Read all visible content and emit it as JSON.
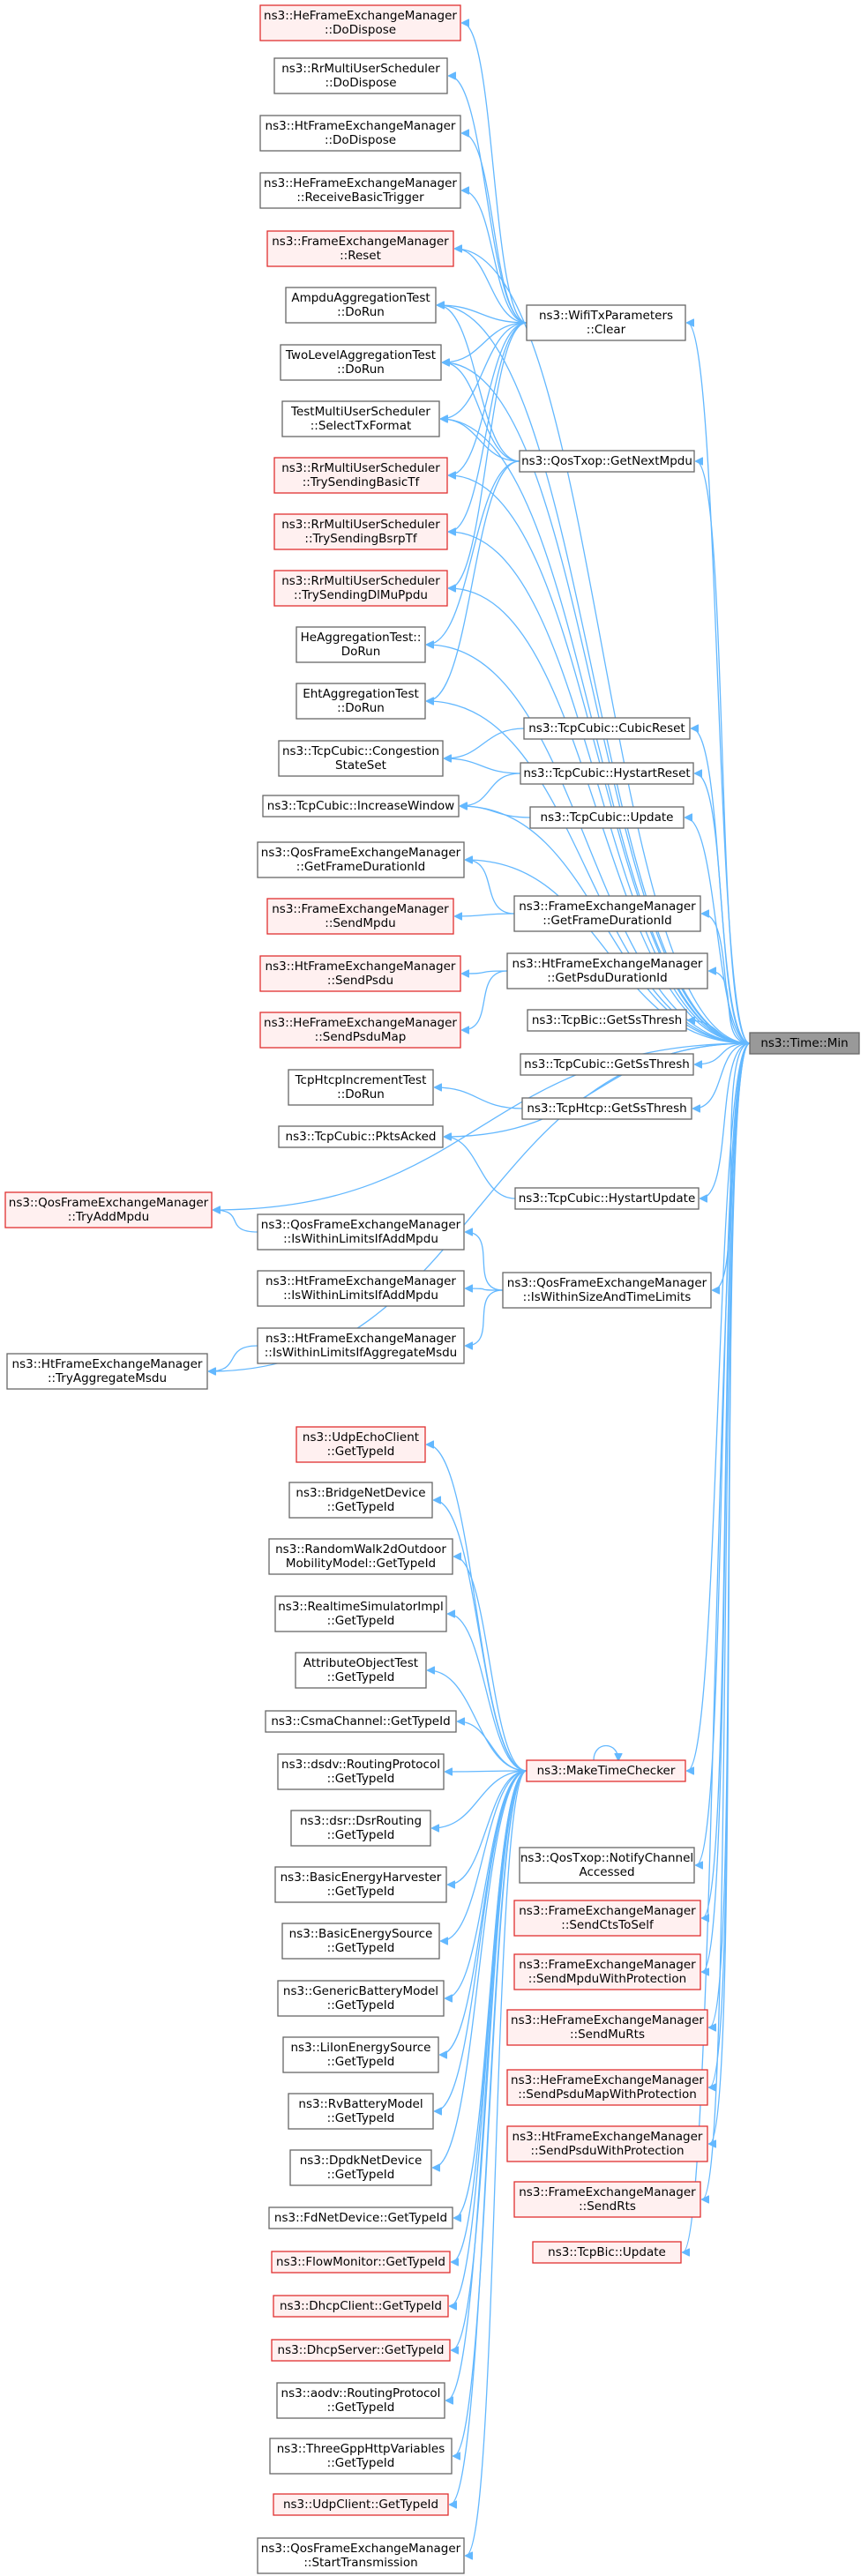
{
  "graph": {
    "root_id": "root",
    "nodes": [
      {
        "id": "root",
        "lines": [
          "ns3::Time::Min"
        ],
        "style": "root"
      },
      {
        "id": "hefem_dodispose",
        "lines": [
          "ns3::HeFrameExchangeManager",
          "::DoDispose"
        ],
        "style": "red"
      },
      {
        "id": "rrmus_dodispose",
        "lines": [
          "ns3::RrMultiUserScheduler",
          "::DoDispose"
        ],
        "style": "normal"
      },
      {
        "id": "htfem_dodispose",
        "lines": [
          "ns3::HtFrameExchangeManager",
          "::DoDispose"
        ],
        "style": "normal"
      },
      {
        "id": "hefem_rbt",
        "lines": [
          "ns3::HeFrameExchangeManager",
          "::ReceiveBasicTrigger"
        ],
        "style": "normal"
      },
      {
        "id": "fem_reset",
        "lines": [
          "ns3::FrameExchangeManager",
          "::Reset"
        ],
        "style": "red"
      },
      {
        "id": "ampdu_dorun",
        "lines": [
          "AmpduAggregationTest",
          "::DoRun"
        ],
        "style": "normal"
      },
      {
        "id": "twolevel_dorun",
        "lines": [
          "TwoLevelAggregationTest",
          "::DoRun"
        ],
        "style": "normal"
      },
      {
        "id": "testmus_stf",
        "lines": [
          "TestMultiUserScheduler",
          "::SelectTxFormat"
        ],
        "style": "normal"
      },
      {
        "id": "rrmus_tsbtf",
        "lines": [
          "ns3::RrMultiUserScheduler",
          "::TrySendingBasicTf"
        ],
        "style": "red"
      },
      {
        "id": "rrmus_tsbsrptf",
        "lines": [
          "ns3::RrMultiUserScheduler",
          "::TrySendingBsrpTf"
        ],
        "style": "red"
      },
      {
        "id": "rrmus_tsdlmu",
        "lines": [
          "ns3::RrMultiUserScheduler",
          "::TrySendingDlMuPpdu"
        ],
        "style": "red"
      },
      {
        "id": "heagg_dorun",
        "lines": [
          "HeAggregationTest::",
          "DoRun"
        ],
        "style": "normal"
      },
      {
        "id": "ehtagg_dorun",
        "lines": [
          "EhtAggregationTest",
          "::DoRun"
        ],
        "style": "normal"
      },
      {
        "id": "tcpcubic_css",
        "lines": [
          "ns3::TcpCubic::Congestion",
          "StateSet"
        ],
        "style": "normal"
      },
      {
        "id": "tcpcubic_iw",
        "lines": [
          "ns3::TcpCubic::IncreaseWindow"
        ],
        "style": "normal"
      },
      {
        "id": "qosfem_gfdi",
        "lines": [
          "ns3::QosFrameExchangeManager",
          "::GetFrameDurationId"
        ],
        "style": "normal"
      },
      {
        "id": "fem_sendmpdu",
        "lines": [
          "ns3::FrameExchangeManager",
          "::SendMpdu"
        ],
        "style": "red"
      },
      {
        "id": "htfem_sendpsdu",
        "lines": [
          "ns3::HtFrameExchangeManager",
          "::SendPsdu"
        ],
        "style": "red"
      },
      {
        "id": "hefem_sendpsdumap",
        "lines": [
          "ns3::HeFrameExchangeManager",
          "::SendPsduMap"
        ],
        "style": "red"
      },
      {
        "id": "tcphtcpinc_dorun",
        "lines": [
          "TcpHtcpIncrementTest",
          "::DoRun"
        ],
        "style": "normal"
      },
      {
        "id": "tcpcubic_pktsacked",
        "lines": [
          "ns3::TcpCubic::PktsAcked"
        ],
        "style": "normal"
      },
      {
        "id": "qosfem_tryaddmpdu",
        "lines": [
          "ns3::QosFrameExchangeManager",
          "::TryAddMpdu"
        ],
        "style": "red"
      },
      {
        "id": "qosfem_iwliam",
        "lines": [
          "ns3::QosFrameExchangeManager",
          "::IsWithinLimitsIfAddMpdu"
        ],
        "style": "normal"
      },
      {
        "id": "htfem_iwliam",
        "lines": [
          "ns3::HtFrameExchangeManager",
          "::IsWithinLimitsIfAddMpdu"
        ],
        "style": "normal"
      },
      {
        "id": "htfem_tryaggmsdu",
        "lines": [
          "ns3::HtFrameExchangeManager",
          "::TryAggregateMsdu"
        ],
        "style": "normal"
      },
      {
        "id": "htfem_iwliagg",
        "lines": [
          "ns3::HtFrameExchangeManager",
          "::IsWithinLimitsIfAggregateMsdu"
        ],
        "style": "normal"
      },
      {
        "id": "wtxp_clear",
        "lines": [
          "ns3::WifiTxParameters",
          "::Clear"
        ],
        "style": "normal"
      },
      {
        "id": "qostxop_gnm",
        "lines": [
          "ns3::QosTxop::GetNextMpdu"
        ],
        "style": "normal"
      },
      {
        "id": "tcpcubic_cubicreset",
        "lines": [
          "ns3::TcpCubic::CubicReset"
        ],
        "style": "normal"
      },
      {
        "id": "tcpcubic_hystartreset",
        "lines": [
          "ns3::TcpCubic::HystartReset"
        ],
        "style": "normal"
      },
      {
        "id": "tcpcubic_update",
        "lines": [
          "ns3::TcpCubic::Update"
        ],
        "style": "normal"
      },
      {
        "id": "fem_gfdi",
        "lines": [
          "ns3::FrameExchangeManager",
          "::GetFrameDurationId"
        ],
        "style": "normal"
      },
      {
        "id": "htfem_gpdi",
        "lines": [
          "ns3::HtFrameExchangeManager",
          "::GetPsduDurationId"
        ],
        "style": "normal"
      },
      {
        "id": "tcpbic_gsst",
        "lines": [
          "ns3::TcpBic::GetSsThresh"
        ],
        "style": "normal"
      },
      {
        "id": "tcpcubic_gsst",
        "lines": [
          "ns3::TcpCubic::GetSsThresh"
        ],
        "style": "normal"
      },
      {
        "id": "tcphtcp_gsst",
        "lines": [
          "ns3::TcpHtcp::GetSsThresh"
        ],
        "style": "normal"
      },
      {
        "id": "tcpcubic_hystartupdate",
        "lines": [
          "ns3::TcpCubic::HystartUpdate"
        ],
        "style": "normal"
      },
      {
        "id": "qosfem_iwsatl",
        "lines": [
          "ns3::QosFrameExchangeManager",
          "::IsWithinSizeAndTimeLimits"
        ],
        "style": "normal"
      },
      {
        "id": "udpechoclient_gti",
        "lines": [
          "ns3::UdpEchoClient",
          "::GetTypeId"
        ],
        "style": "red"
      },
      {
        "id": "bridgenetdevice_gti",
        "lines": [
          "ns3::BridgeNetDevice",
          "::GetTypeId"
        ],
        "style": "normal"
      },
      {
        "id": "randomwalk_gti",
        "lines": [
          "ns3::RandomWalk2dOutdoor",
          "MobilityModel::GetTypeId"
        ],
        "style": "normal"
      },
      {
        "id": "realtimesim_gti",
        "lines": [
          "ns3::RealtimeSimulatorImpl",
          "::GetTypeId"
        ],
        "style": "normal"
      },
      {
        "id": "attrobjtest_gti",
        "lines": [
          "AttributeObjectTest",
          "::GetTypeId"
        ],
        "style": "normal"
      },
      {
        "id": "csmachannel_gti",
        "lines": [
          "ns3::CsmaChannel::GetTypeId"
        ],
        "style": "normal"
      },
      {
        "id": "dsdv_gti",
        "lines": [
          "ns3::dsdv::RoutingProtocol",
          "::GetTypeId"
        ],
        "style": "normal"
      },
      {
        "id": "dsr_gti",
        "lines": [
          "ns3::dsr::DsrRouting",
          "::GetTypeId"
        ],
        "style": "normal"
      },
      {
        "id": "basicenergyharvester_gti",
        "lines": [
          "ns3::BasicEnergyHarvester",
          "::GetTypeId"
        ],
        "style": "normal"
      },
      {
        "id": "basicenergysource_gti",
        "lines": [
          "ns3::BasicEnergySource",
          "::GetTypeId"
        ],
        "style": "normal"
      },
      {
        "id": "genericbattery_gti",
        "lines": [
          "ns3::GenericBatteryModel",
          "::GetTypeId"
        ],
        "style": "normal"
      },
      {
        "id": "liion_gti",
        "lines": [
          "ns3::LiIonEnergySource",
          "::GetTypeId"
        ],
        "style": "normal"
      },
      {
        "id": "rvbattery_gti",
        "lines": [
          "ns3::RvBatteryModel",
          "::GetTypeId"
        ],
        "style": "normal"
      },
      {
        "id": "dpdknetdevice_gti",
        "lines": [
          "ns3::DpdkNetDevice",
          "::GetTypeId"
        ],
        "style": "normal"
      },
      {
        "id": "fdnetdevice_gti",
        "lines": [
          "ns3::FdNetDevice::GetTypeId"
        ],
        "style": "normal"
      },
      {
        "id": "flowmonitor_gti",
        "lines": [
          "ns3::FlowMonitor::GetTypeId"
        ],
        "style": "red"
      },
      {
        "id": "dhcpclient_gti",
        "lines": [
          "ns3::DhcpClient::GetTypeId"
        ],
        "style": "red"
      },
      {
        "id": "dhcpserver_gti",
        "lines": [
          "ns3::DhcpServer::GetTypeId"
        ],
        "style": "red"
      },
      {
        "id": "aodv_gti",
        "lines": [
          "ns3::aodv::RoutingProtocol",
          "::GetTypeId"
        ],
        "style": "normal"
      },
      {
        "id": "threegpp_gti",
        "lines": [
          "ns3::ThreeGppHttpVariables",
          "::GetTypeId"
        ],
        "style": "normal"
      },
      {
        "id": "udpclient_gti",
        "lines": [
          "ns3::UdpClient::GetTypeId"
        ],
        "style": "red"
      },
      {
        "id": "qosfem_starttx",
        "lines": [
          "ns3::QosFrameExchangeManager",
          "::StartTransmission"
        ],
        "style": "normal"
      },
      {
        "id": "maketimechecker",
        "lines": [
          "ns3::MakeTimeChecker"
        ],
        "style": "red"
      },
      {
        "id": "qostxop_nca",
        "lines": [
          "ns3::QosTxop::NotifyChannel",
          "Accessed"
        ],
        "style": "normal"
      },
      {
        "id": "fem_sendctstoself",
        "lines": [
          "ns3::FrameExchangeManager",
          "::SendCtsToSelf"
        ],
        "style": "red"
      },
      {
        "id": "fem_sendmpduwp",
        "lines": [
          "ns3::FrameExchangeManager",
          "::SendMpduWithProtection"
        ],
        "style": "red"
      },
      {
        "id": "hefem_sendmurts",
        "lines": [
          "ns3::HeFrameExchangeManager",
          "::SendMuRts"
        ],
        "style": "red"
      },
      {
        "id": "hefem_sendpsdumapwp",
        "lines": [
          "ns3::HeFrameExchangeManager",
          "::SendPsduMapWithProtection"
        ],
        "style": "red"
      },
      {
        "id": "htfem_sendpsduwp",
        "lines": [
          "ns3::HtFrameExchangeManager",
          "::SendPsduWithProtection"
        ],
        "style": "red"
      },
      {
        "id": "fem_sendrts",
        "lines": [
          "ns3::FrameExchangeManager",
          "::SendRts"
        ],
        "style": "red"
      },
      {
        "id": "tcpbic_update",
        "lines": [
          "ns3::TcpBic::Update"
        ],
        "style": "red"
      }
    ],
    "edges": [
      [
        "wtxp_clear",
        "root"
      ],
      [
        "qostxop_gnm",
        "root"
      ],
      [
        "tcpcubic_cubicreset",
        "root"
      ],
      [
        "tcpcubic_hystartreset",
        "root"
      ],
      [
        "tcpcubic_update",
        "root"
      ],
      [
        "fem_gfdi",
        "root"
      ],
      [
        "htfem_gpdi",
        "root"
      ],
      [
        "tcpbic_gsst",
        "root"
      ],
      [
        "tcpcubic_gsst",
        "root"
      ],
      [
        "tcphtcp_gsst",
        "root"
      ],
      [
        "tcpcubic_hystartupdate",
        "root"
      ],
      [
        "qosfem_iwsatl",
        "root"
      ],
      [
        "maketimechecker",
        "root"
      ],
      [
        "qostxop_nca",
        "root"
      ],
      [
        "fem_sendctstoself",
        "root"
      ],
      [
        "fem_sendmpduwp",
        "root"
      ],
      [
        "hefem_sendmurts",
        "root"
      ],
      [
        "hefem_sendpsdumapwp",
        "root"
      ],
      [
        "htfem_sendpsduwp",
        "root"
      ],
      [
        "fem_sendrts",
        "root"
      ],
      [
        "tcpbic_update",
        "root"
      ],
      [
        "fem_reset",
        "root"
      ],
      [
        "ampdu_dorun",
        "root"
      ],
      [
        "twolevel_dorun",
        "root"
      ],
      [
        "testmus_stf",
        "root"
      ],
      [
        "rrmus_tsbtf",
        "root"
      ],
      [
        "rrmus_tsbsrptf",
        "root"
      ],
      [
        "rrmus_tsdlmu",
        "root"
      ],
      [
        "heagg_dorun",
        "root"
      ],
      [
        "ehtagg_dorun",
        "root"
      ],
      [
        "tcpcubic_iw",
        "root"
      ],
      [
        "qosfem_gfdi",
        "root"
      ],
      [
        "tcpcubic_pktsacked",
        "root"
      ],
      [
        "qosfem_tryaddmpdu",
        "root"
      ],
      [
        "htfem_tryaggmsdu",
        "root"
      ],
      [
        "hefem_dodispose",
        "wtxp_clear"
      ],
      [
        "rrmus_dodispose",
        "wtxp_clear"
      ],
      [
        "htfem_dodispose",
        "wtxp_clear"
      ],
      [
        "hefem_rbt",
        "wtxp_clear"
      ],
      [
        "fem_reset",
        "wtxp_clear"
      ],
      [
        "ampdu_dorun",
        "wtxp_clear"
      ],
      [
        "twolevel_dorun",
        "wtxp_clear"
      ],
      [
        "testmus_stf",
        "wtxp_clear"
      ],
      [
        "rrmus_tsbtf",
        "wtxp_clear"
      ],
      [
        "rrmus_tsbsrptf",
        "wtxp_clear"
      ],
      [
        "rrmus_tsdlmu",
        "wtxp_clear"
      ],
      [
        "ampdu_dorun",
        "qostxop_gnm"
      ],
      [
        "twolevel_dorun",
        "qostxop_gnm"
      ],
      [
        "testmus_stf",
        "qostxop_gnm"
      ],
      [
        "heagg_dorun",
        "qostxop_gnm"
      ],
      [
        "ehtagg_dorun",
        "qostxop_gnm"
      ],
      [
        "tcpcubic_css",
        "tcpcubic_cubicreset"
      ],
      [
        "tcpcubic_css",
        "tcpcubic_hystartreset"
      ],
      [
        "tcpcubic_iw",
        "tcpcubic_hystartreset"
      ],
      [
        "tcpcubic_iw",
        "tcpcubic_update"
      ],
      [
        "qosfem_gfdi",
        "fem_gfdi"
      ],
      [
        "fem_sendmpdu",
        "fem_gfdi"
      ],
      [
        "htfem_sendpsdu",
        "htfem_gpdi"
      ],
      [
        "hefem_sendpsdumap",
        "htfem_gpdi"
      ],
      [
        "tcphtcpinc_dorun",
        "tcphtcp_gsst"
      ],
      [
        "tcpcubic_pktsacked",
        "tcpcubic_hystartupdate"
      ],
      [
        "qosfem_tryaddmpdu",
        "qosfem_iwliam"
      ],
      [
        "qosfem_iwliam",
        "qosfem_iwsatl"
      ],
      [
        "htfem_iwliam",
        "qosfem_iwsatl"
      ],
      [
        "htfem_iwliagg",
        "qosfem_iwsatl"
      ],
      [
        "htfem_tryaggmsdu",
        "htfem_iwliagg"
      ],
      [
        "udpechoclient_gti",
        "maketimechecker"
      ],
      [
        "bridgenetdevice_gti",
        "maketimechecker"
      ],
      [
        "randomwalk_gti",
        "maketimechecker"
      ],
      [
        "realtimesim_gti",
        "maketimechecker"
      ],
      [
        "attrobjtest_gti",
        "maketimechecker"
      ],
      [
        "csmachannel_gti",
        "maketimechecker"
      ],
      [
        "dsdv_gti",
        "maketimechecker"
      ],
      [
        "dsr_gti",
        "maketimechecker"
      ],
      [
        "basicenergyharvester_gti",
        "maketimechecker"
      ],
      [
        "basicenergysource_gti",
        "maketimechecker"
      ],
      [
        "genericbattery_gti",
        "maketimechecker"
      ],
      [
        "liion_gti",
        "maketimechecker"
      ],
      [
        "rvbattery_gti",
        "maketimechecker"
      ],
      [
        "dpdknetdevice_gti",
        "maketimechecker"
      ],
      [
        "fdnetdevice_gti",
        "maketimechecker"
      ],
      [
        "flowmonitor_gti",
        "maketimechecker"
      ],
      [
        "dhcpclient_gti",
        "maketimechecker"
      ],
      [
        "dhcpserver_gti",
        "maketimechecker"
      ],
      [
        "aodv_gti",
        "maketimechecker"
      ],
      [
        "threegpp_gti",
        "maketimechecker"
      ],
      [
        "udpclient_gti",
        "maketimechecker"
      ],
      [
        "qosfem_starttx",
        "maketimechecker"
      ],
      [
        "maketimechecker",
        "maketimechecker"
      ]
    ]
  }
}
